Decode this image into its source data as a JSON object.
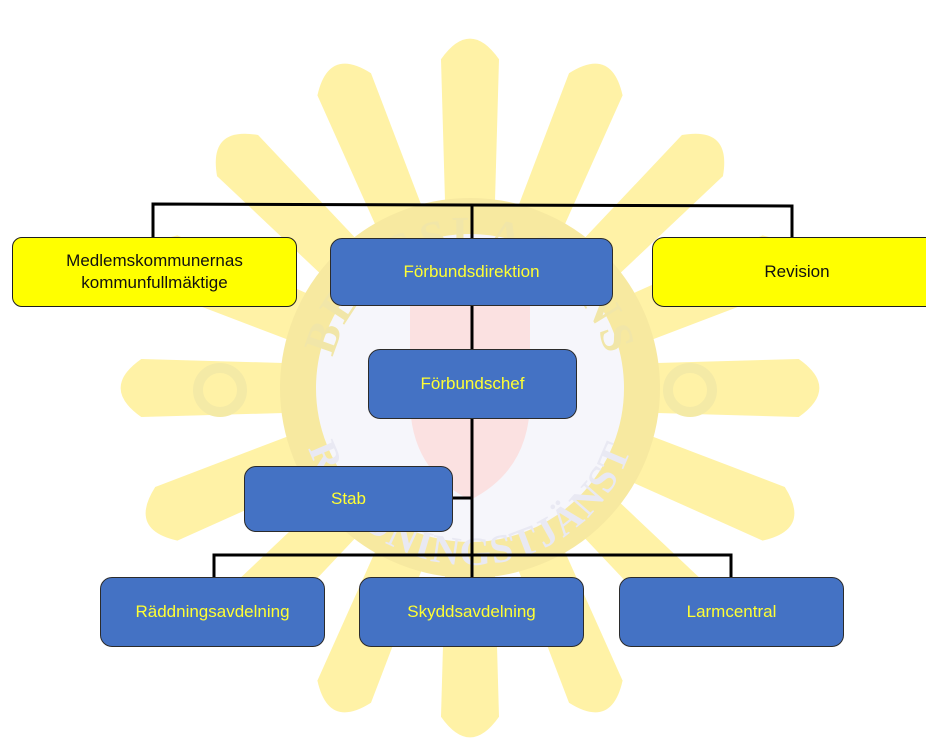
{
  "watermark": {
    "text_top": "BERGSLAGENS",
    "text_bottom": "RÄDDNINGSTJÄNST",
    "star_color": "#fff2a6",
    "inner_ring_color": "#f3f3fa",
    "shield_color": "#fbe3e3"
  },
  "org": {
    "council": "Medlemskommunernas\nkommunfullmäktige",
    "direktion": "Förbundsdirektion",
    "revision": "Revision",
    "chef": "Förbundschef",
    "stab": "Stab",
    "raddning": "Räddningsavdelning",
    "skydd": "Skyddsavdelning",
    "larm": "Larmcentral"
  },
  "colors": {
    "box_blue": "#4472c4",
    "box_text_blue": "#ffff33",
    "box_yellow": "#ffff00",
    "connector": "#000000"
  }
}
